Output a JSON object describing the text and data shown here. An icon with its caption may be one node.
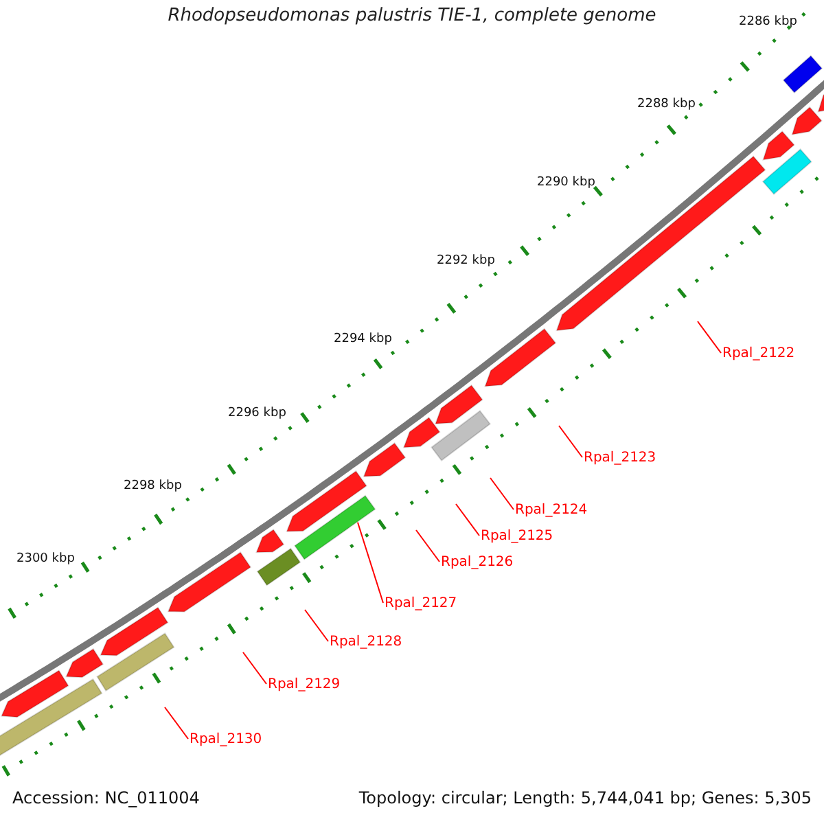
{
  "diagram": {
    "title": "Rhodopseudomonas palustris TIE-1, complete genome",
    "nodes": [
      {
        "text": [
          "Rpal_2122"
        ]
      },
      {
        "text": [
          "Rpal_2123"
        ]
      },
      {
        "text": [
          "Rpal_2124"
        ]
      },
      {
        "text": [
          "Rpal_2125"
        ]
      },
      {
        "text": [
          "Rpal_2126"
        ]
      },
      {
        "text": [
          "Rpal_2127"
        ]
      },
      {
        "text": [
          "Rpal_2128"
        ]
      },
      {
        "text": [
          "Rpal_2129"
        ]
      },
      {
        "text": [
          "Rpal_2130"
        ]
      },
      {
        "text": [],
        "shape": "bar"
      }
    ],
    "edges": [
      {
        "from": 0,
        "to": null,
        "arrow": "none"
      },
      {
        "from": 1,
        "to": null,
        "arrow": "none"
      },
      {
        "from": 2,
        "to": null,
        "arrow": "none"
      },
      {
        "from": 3,
        "to": null,
        "arrow": "none"
      },
      {
        "from": 4,
        "to": null,
        "arrow": "none"
      },
      {
        "from": 5,
        "to": 9,
        "arrow": "none"
      },
      {
        "from": 6,
        "to": null,
        "arrow": "none"
      },
      {
        "from": 7,
        "to": null,
        "arrow": "none"
      },
      {
        "from": 8,
        "to": null,
        "arrow": "none"
      }
    ],
    "labels": [
      "2286 kbp",
      "2288 kbp",
      "2290 kbp",
      "2292 kbp",
      "2294 kbp",
      "2296 kbp",
      "2298 kbp",
      "2300 kbp",
      "Accession: NC_011004",
      "Topology: circular; Length: 5,744,041 bp; Genes: 5,305"
    ]
  }
}
